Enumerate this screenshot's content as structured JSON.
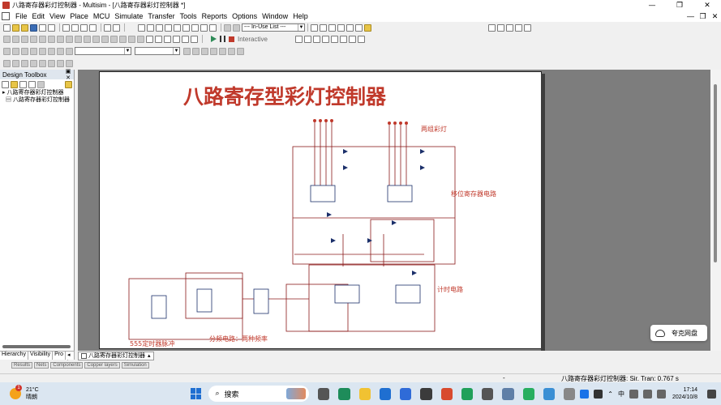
{
  "window": {
    "title": "八路寄存器彩灯控制器 - Multisim - [八路寄存器彩灯控制器 *]",
    "controls": [
      "—",
      "❐",
      "✕"
    ]
  },
  "menu": {
    "items": [
      "File",
      "Edit",
      "View",
      "Place",
      "MCU",
      "Simulate",
      "Transfer",
      "Tools",
      "Reports",
      "Options",
      "Window",
      "Help"
    ],
    "doc_controls": [
      "—",
      "❐",
      "✕"
    ]
  },
  "toolbar": {
    "in_use_list": "--- In-Use List ---",
    "interactive_label": "Interactive"
  },
  "design_toolbox": {
    "title": "Design Toolbox",
    "tree": [
      {
        "label": "八路寄存器彩灯控制器"
      },
      {
        "label": "八路寄存器彩灯控制器"
      }
    ],
    "tabs": [
      "Hierarchy",
      "Visibility",
      "Pro"
    ]
  },
  "schematic": {
    "title": "八路寄存型彩灯控制器",
    "labels": {
      "two_lights": "两组彩灯",
      "shift_register": "移位寄存器电路",
      "timer": "计时电路",
      "divider": "分频电路：两种频率",
      "pulse555": "555定时器脉冲"
    }
  },
  "document_tab": {
    "label": "八路寄存器彩灯控制器"
  },
  "spreadsheet_tabs": [
    "Results",
    "Nets",
    "Components",
    "Copper layers",
    "Simulation"
  ],
  "status": {
    "dash": "-",
    "text": "八路寄存器彩灯控制器: Sir. Tran: 0.767 s"
  },
  "cloud": {
    "label": "夸克网盘"
  },
  "taskbar": {
    "weather_temp": "21°C",
    "weather_desc": "晴朗",
    "weather_badge": "1",
    "search_placeholder": "搜索",
    "time": "17:14",
    "date": "2024/10/8",
    "lang": "中"
  },
  "colors": {
    "wire": "#8b1a1a",
    "label_red": "#c0392b",
    "accent": "#1f6fd1"
  }
}
